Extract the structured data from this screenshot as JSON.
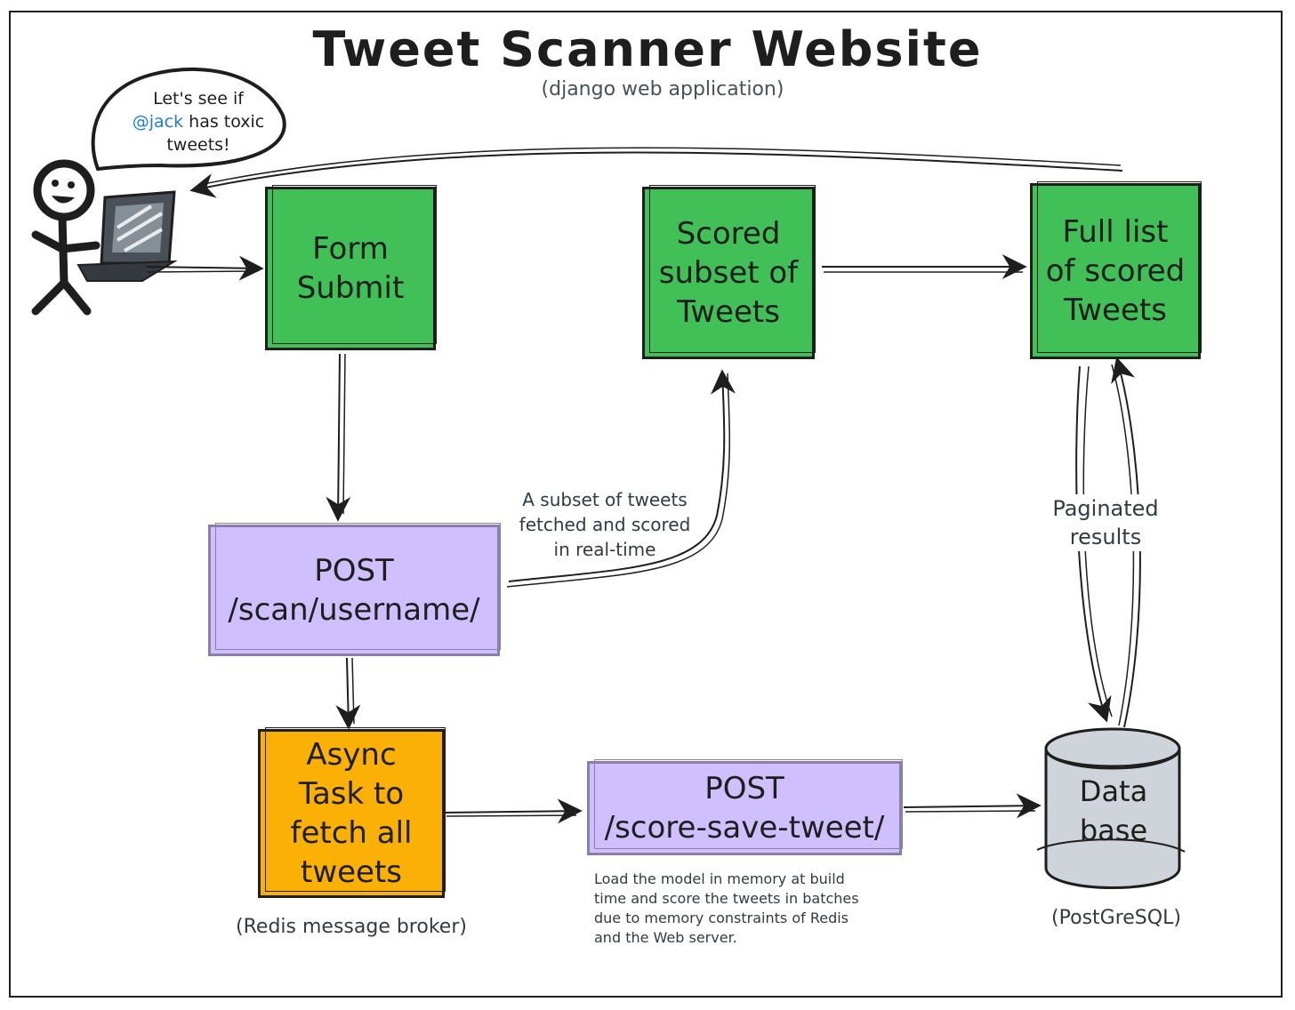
{
  "title": "Tweet Scanner Website",
  "subtitle": "(django web application)",
  "speech": {
    "line1": "Let's see if",
    "mention": "@jack",
    "line2_rest": " has toxic",
    "line3": "tweets!"
  },
  "boxes": {
    "form_submit": [
      "Form",
      "Submit"
    ],
    "scored_subset": [
      "Scored",
      "subset of",
      "Tweets"
    ],
    "full_list": [
      "Full list",
      "of scored",
      "Tweets"
    ],
    "post_scan": [
      "POST",
      "/scan/username/"
    ],
    "async_task": [
      "Async",
      "Task to",
      "fetch all",
      "tweets"
    ],
    "post_score": [
      "POST",
      "/score-save-tweet/"
    ],
    "database": [
      "Data",
      "base"
    ]
  },
  "notes": {
    "subset_note": [
      "A subset of tweets",
      "fetched and scored",
      "in real-time"
    ],
    "paginated": [
      "Paginated",
      "results"
    ],
    "load_model": [
      "Load the model in memory at build",
      "time and score the tweets in batches",
      "due to memory constraints of Redis",
      "and the Web server."
    ]
  },
  "captions": {
    "redis": "(Redis message broker)",
    "postgres": "(PostGreSQL)"
  },
  "colors": {
    "green": "#40c057",
    "violet": "#d0bfff",
    "orange": "#fab005",
    "database": "#ced4da",
    "mention": "#1c7ed6",
    "stroke": "#1e1e1e"
  }
}
